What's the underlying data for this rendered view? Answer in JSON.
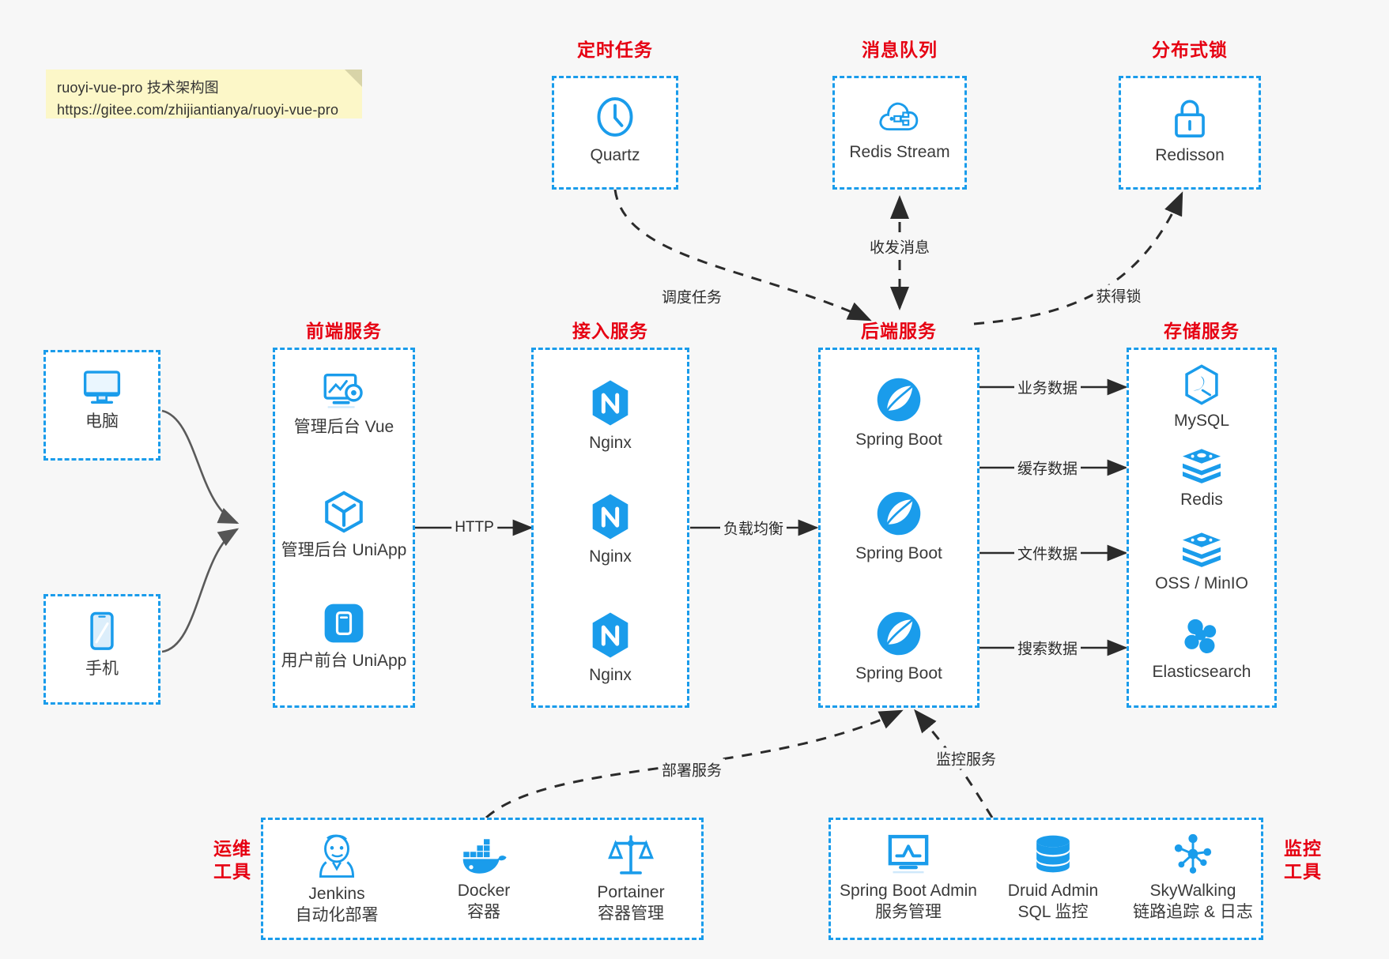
{
  "note": {
    "line1": "ruoyi-vue-pro 技术架构图",
    "line2": "https://gitee.com/zhijiantianya/ruoyi-vue-pro"
  },
  "colors": {
    "accent": "#1a9ceb",
    "group_title": "#e60012",
    "node_text": "#3a3a3a",
    "edge": "#2b2b2b",
    "note_bg": "#fcf7c8",
    "canvas": "#f7f7f7"
  },
  "groups": {
    "scheduled_task": {
      "title": "定时任务",
      "items": [
        {
          "label": "Quartz",
          "icon": "clock-icon"
        }
      ]
    },
    "message_queue": {
      "title": "消息队列",
      "items": [
        {
          "label": "Redis Stream",
          "icon": "cloud-stream-icon"
        }
      ]
    },
    "distributed_lock": {
      "title": "分布式锁",
      "items": [
        {
          "label": "Redisson",
          "icon": "lock-icon"
        }
      ]
    },
    "clients": {
      "items": [
        {
          "label": "电脑",
          "icon": "desktop-icon"
        },
        {
          "label": "手机",
          "icon": "mobile-icon"
        }
      ]
    },
    "frontend": {
      "title": "前端服务",
      "items": [
        {
          "label": "管理后台 Vue",
          "icon": "monitor-chart-icon"
        },
        {
          "label": "管理后台 UniApp",
          "icon": "cube-icon"
        },
        {
          "label": "用户前台 UniApp",
          "icon": "phone-app-icon"
        }
      ]
    },
    "gateway": {
      "title": "接入服务",
      "items": [
        {
          "label": "Nginx",
          "icon": "nginx-icon"
        },
        {
          "label": "Nginx",
          "icon": "nginx-icon"
        },
        {
          "label": "Nginx",
          "icon": "nginx-icon"
        }
      ]
    },
    "backend": {
      "title": "后端服务",
      "items": [
        {
          "label": "Spring Boot",
          "icon": "spring-icon"
        },
        {
          "label": "Spring Boot",
          "icon": "spring-icon"
        },
        {
          "label": "Spring Boot",
          "icon": "spring-icon"
        }
      ]
    },
    "storage": {
      "title": "存储服务",
      "items": [
        {
          "label": "MySQL",
          "icon": "mysql-icon"
        },
        {
          "label": "Redis",
          "icon": "redis-icon"
        },
        {
          "label": "OSS / MinIO",
          "icon": "oss-icon"
        },
        {
          "label": "Elasticsearch",
          "icon": "elasticsearch-icon"
        }
      ]
    },
    "ops_tools": {
      "title_line1": "运维",
      "title_line2": "工具",
      "items": [
        {
          "label": "Jenkins",
          "sub": "自动化部署",
          "icon": "jenkins-icon"
        },
        {
          "label": "Docker",
          "sub": "容器",
          "icon": "docker-icon"
        },
        {
          "label": "Portainer",
          "sub": "容器管理",
          "icon": "scales-icon"
        }
      ]
    },
    "monitor_tools": {
      "title_line1": "监控",
      "title_line2": "工具",
      "items": [
        {
          "label": "Spring Boot Admin",
          "sub": "服务管理",
          "icon": "monitor-wave-icon"
        },
        {
          "label": "Druid Admin",
          "sub": "SQL 监控",
          "icon": "database-icon"
        },
        {
          "label": "SkyWalking",
          "sub": "链路追踪 & 日志",
          "icon": "skywalking-icon"
        }
      ]
    }
  },
  "edges": [
    {
      "id": "schedule",
      "label": "调度任务"
    },
    {
      "id": "mq",
      "label": "收发消息"
    },
    {
      "id": "lock",
      "label": "获得锁"
    },
    {
      "id": "http",
      "label": "HTTP"
    },
    {
      "id": "lb",
      "label": "负载均衡"
    },
    {
      "id": "biz",
      "label": "业务数据"
    },
    {
      "id": "cache",
      "label": "缓存数据"
    },
    {
      "id": "file",
      "label": "文件数据"
    },
    {
      "id": "search",
      "label": "搜索数据"
    },
    {
      "id": "deploy",
      "label": "部署服务"
    },
    {
      "id": "monitor",
      "label": "监控服务"
    }
  ]
}
